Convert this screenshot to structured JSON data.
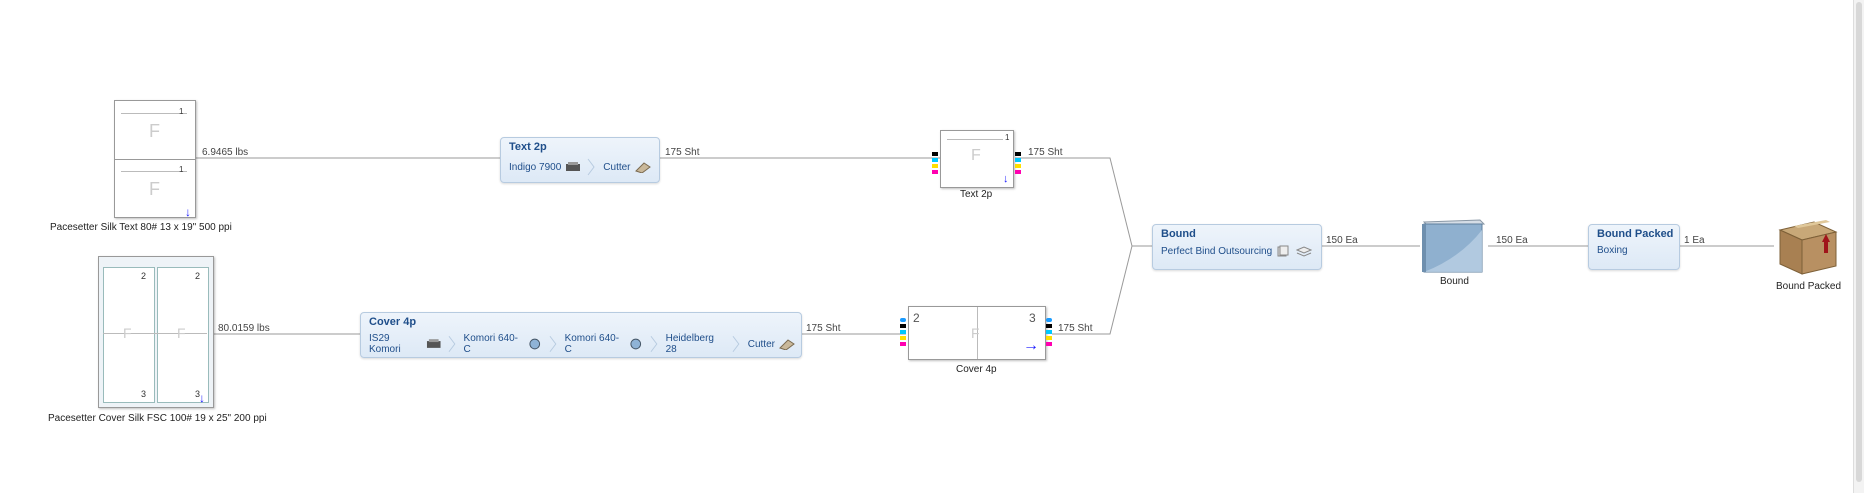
{
  "stocks": [
    {
      "name": "Pacesetter Silk Text 80# 13 x 19\" 500 ppi",
      "weight": "6.9465 lbs"
    },
    {
      "name": "Pacesetter Cover Silk FSC 100# 19 x 25\" 200 ppi",
      "weight": "80.0159 lbs"
    }
  ],
  "processes": {
    "text2p": {
      "title": "Text 2p",
      "steps": [
        "Indigo 7900",
        "Cutter"
      ],
      "out_qty": "175 Sht"
    },
    "cover4p": {
      "title": "Cover 4p",
      "steps": [
        "IS29 Komori",
        "Komori 640-C",
        "Komori 640-C",
        "Heidelberg 28",
        "Cutter"
      ],
      "out_qty": "175 Sht"
    },
    "bound": {
      "title": "Bound",
      "steps": [
        "Perfect Bind Outsourcing"
      ],
      "out_qty": "150 Ea"
    },
    "bound_packed": {
      "title": "Bound Packed",
      "steps": [
        "Boxing"
      ],
      "out_qty": "1 Ea"
    }
  },
  "components": {
    "text2p": {
      "caption": "Text 2p",
      "out_qty": "175 Sht",
      "page": "1"
    },
    "cover4p": {
      "caption": "Cover 4p",
      "out_qty": "175 Sht",
      "left_page": "2",
      "right_page": "3"
    }
  },
  "bound_item": {
    "caption": "Bound",
    "out_qty": "150 Ea"
  },
  "final_item": {
    "caption": "Bound Packed"
  },
  "sheet_marks": {
    "face": "F",
    "one": "1",
    "two": "2",
    "three": "3"
  },
  "colors": {
    "accent": "#1f4e8a",
    "wire": "#9a9a9a",
    "arrow": "#1a1aff"
  }
}
